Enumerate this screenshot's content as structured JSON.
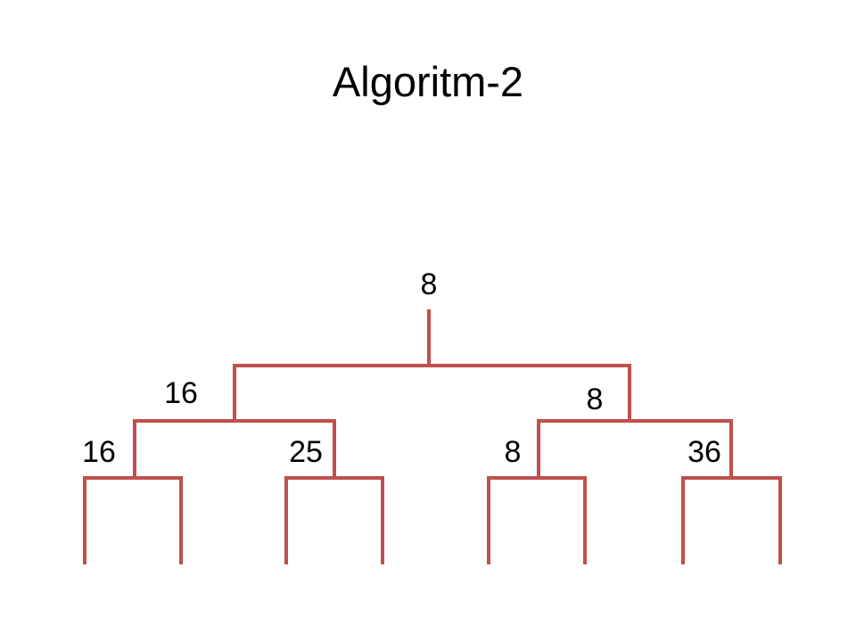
{
  "title": "Algoritm-2",
  "colors": {
    "line": "#C0504D",
    "text": "#000000",
    "background": "#ffffff"
  },
  "tree": {
    "root": {
      "label": "8"
    },
    "level1": [
      {
        "label": "16"
      },
      {
        "label": "8"
      }
    ],
    "level2": [
      {
        "label": "16"
      },
      {
        "label": "25"
      },
      {
        "label": "8"
      },
      {
        "label": "36"
      }
    ]
  }
}
